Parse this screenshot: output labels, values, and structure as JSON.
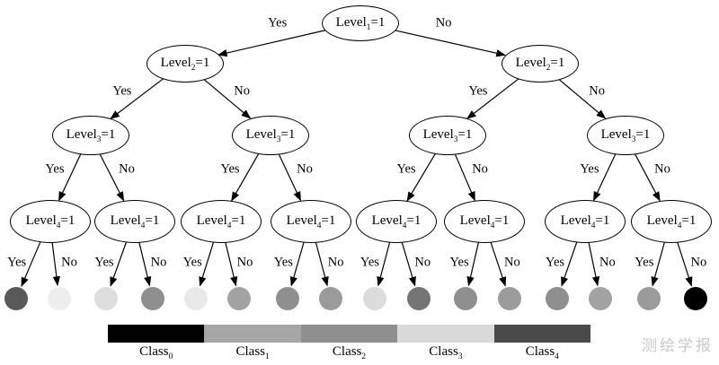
{
  "diagram": {
    "node_label": {
      "pre": "Level",
      "suffix": "=1"
    },
    "level_subscripts": [
      "1",
      "2",
      "3",
      "4"
    ],
    "edge_labels": {
      "yes": "Yes",
      "no": "No"
    },
    "leaf_colors": [
      "#595959",
      "#ededed",
      "#dedede",
      "#8f8f8f",
      "#e9e9e9",
      "#a3a3a3",
      "#8f8f8f",
      "#9b9b9b",
      "#dcdcdc",
      "#757575",
      "#8f8f8f",
      "#9b9b9b",
      "#8f8f8f",
      "#a3a3a3",
      "#9b9b9b",
      "#000000"
    ],
    "legend": {
      "label_pre": "Class",
      "classes": [
        {
          "sub": "0",
          "color": "#000000"
        },
        {
          "sub": "1",
          "color": "#a6a6a6"
        },
        {
          "sub": "2",
          "color": "#8f8f8f"
        },
        {
          "sub": "3",
          "color": "#d9d9d9"
        },
        {
          "sub": "4",
          "color": "#4a4a4a"
        }
      ]
    },
    "watermark": "测绘学报"
  }
}
